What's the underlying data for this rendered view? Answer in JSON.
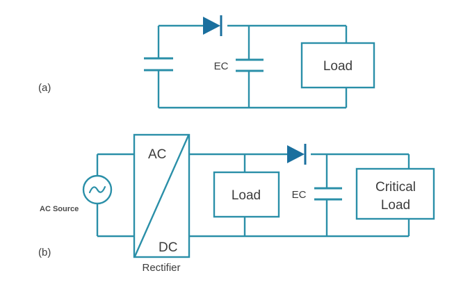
{
  "figure": {
    "background_color": "#ffffff",
    "wire_color": "#2a8fa8",
    "diode_fill_color": "#1a6f9e",
    "text_color": "#3c3c3c"
  },
  "panels": [
    {
      "id": "panel-a",
      "label": "(a)",
      "components": {
        "source_battery": "battery-symbol",
        "diode": "diode-symbol",
        "capacitor_label": "EC",
        "load_box": "Load"
      }
    },
    {
      "id": "panel-b",
      "label": "(b)",
      "components": {
        "ac_source_label": "AC Source",
        "ac_source_symbol": "sine-wave-symbol",
        "rectifier_box_caption": "Rectifier",
        "rectifier_input_port": "AC",
        "rectifier_output_port": "DC",
        "load_box": "Load",
        "diode": "diode-symbol",
        "capacitor_label": "EC",
        "critical_load_line1": "Critical",
        "critical_load_line2": "Load"
      }
    }
  ]
}
